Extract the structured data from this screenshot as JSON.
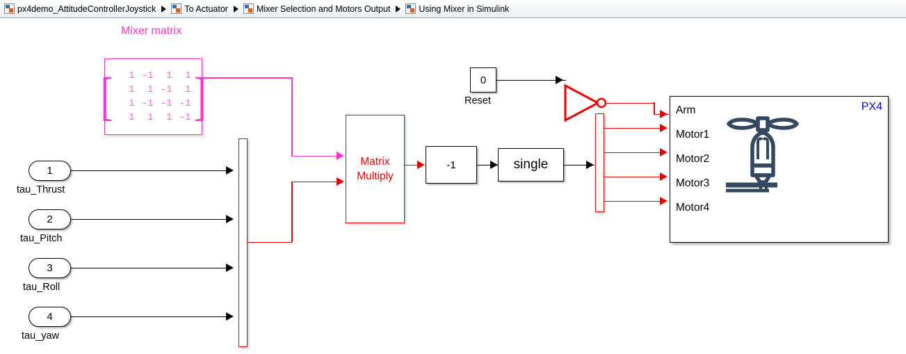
{
  "breadcrumb": {
    "icon": "subsystem-icon",
    "separator": "chevron-right-icon",
    "items": [
      {
        "label": "px4demo_AttitudeControllerJoystick"
      },
      {
        "label": "To Actuator"
      },
      {
        "label": "Mixer Selection and Motors Output"
      },
      {
        "label": "Using Mixer in Simulink"
      }
    ]
  },
  "diagram": {
    "mixer": {
      "title": "Mixer matrix",
      "color": "#ff33cc",
      "matrix": [
        [
          "1",
          "-1",
          "1",
          "1"
        ],
        [
          "1",
          "1",
          "-1",
          "1"
        ],
        [
          "1",
          "-1",
          "-1",
          "-1"
        ],
        [
          "1",
          "1",
          "1",
          "-1"
        ]
      ]
    },
    "inports": [
      {
        "number": "1",
        "label": "tau_Thrust"
      },
      {
        "number": "2",
        "label": "tau_Pitch"
      },
      {
        "number": "3",
        "label": "tau_Roll"
      },
      {
        "number": "4",
        "label": "tau_yaw"
      }
    ],
    "matrix_multiply": {
      "line1": "Matrix",
      "line2": "Multiply",
      "color": "#e60000"
    },
    "gain": {
      "value": "-1"
    },
    "cast": {
      "label": "single"
    },
    "reset": {
      "value": "0",
      "label": "Reset"
    },
    "not_gate": {
      "name": "logical-not-gate",
      "color": "#e60000"
    },
    "mux": {
      "name": "mux-bar",
      "color": "#e60000"
    },
    "demux": {
      "name": "demux-bar",
      "color": "#e60000"
    },
    "px4": {
      "name": "PX4",
      "name_color": "#0000ee",
      "icon": "quadcopter-motor-icon",
      "ports": [
        "Arm",
        "Motor1",
        "Motor2",
        "Motor3",
        "Motor4"
      ]
    }
  }
}
